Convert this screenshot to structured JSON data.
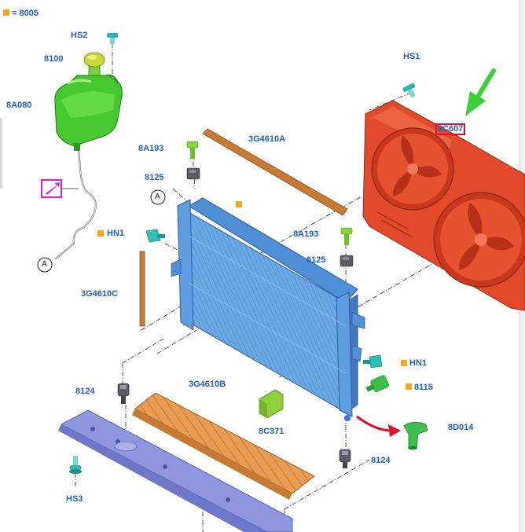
{
  "legend": {
    "text": "= 8005"
  },
  "labels": {
    "hs2": "HS2",
    "p8100": "8100",
    "p8a080": "8A080",
    "hs1": "HS1",
    "p8c607": "8C607",
    "p8a193_left": "8A193",
    "p3g4610a": "3G4610A",
    "p8125_left": "8125",
    "callout_a_top": "A",
    "hn1_left": "HN1",
    "p8a193_right": "8A193",
    "p8125_right": "8125",
    "callout_a_bottom": "A",
    "p3g4610c": "3G4610C",
    "hn1_right": "HN1",
    "p8115": "8115",
    "p8124_left": "8124",
    "p3g4610b": "3G4610B",
    "p8c371": "8C371",
    "p8d014": "8D014",
    "p8124_right": "8124",
    "hs3": "HS3"
  },
  "colors": {
    "label_blue": "#1f5fbf",
    "marker_orange": "#f4a81c",
    "highlight_red": "#e0102a",
    "pointer_green": "#39d13a",
    "reservoir_green": "#3fcf2a",
    "radiator_blue": "#5b9fe0",
    "fan_red": "#e2482a",
    "seal_brown": "#c77a34",
    "baffle_orange": "#e69a52",
    "crossmember_purple": "#8a95dd",
    "flow_arrow_red": "#e0102a"
  },
  "icons": {
    "pointer": "green-arrow-icon",
    "flow": "red-curved-arrow-icon",
    "tube_flag": "magenta-flag-icon"
  }
}
